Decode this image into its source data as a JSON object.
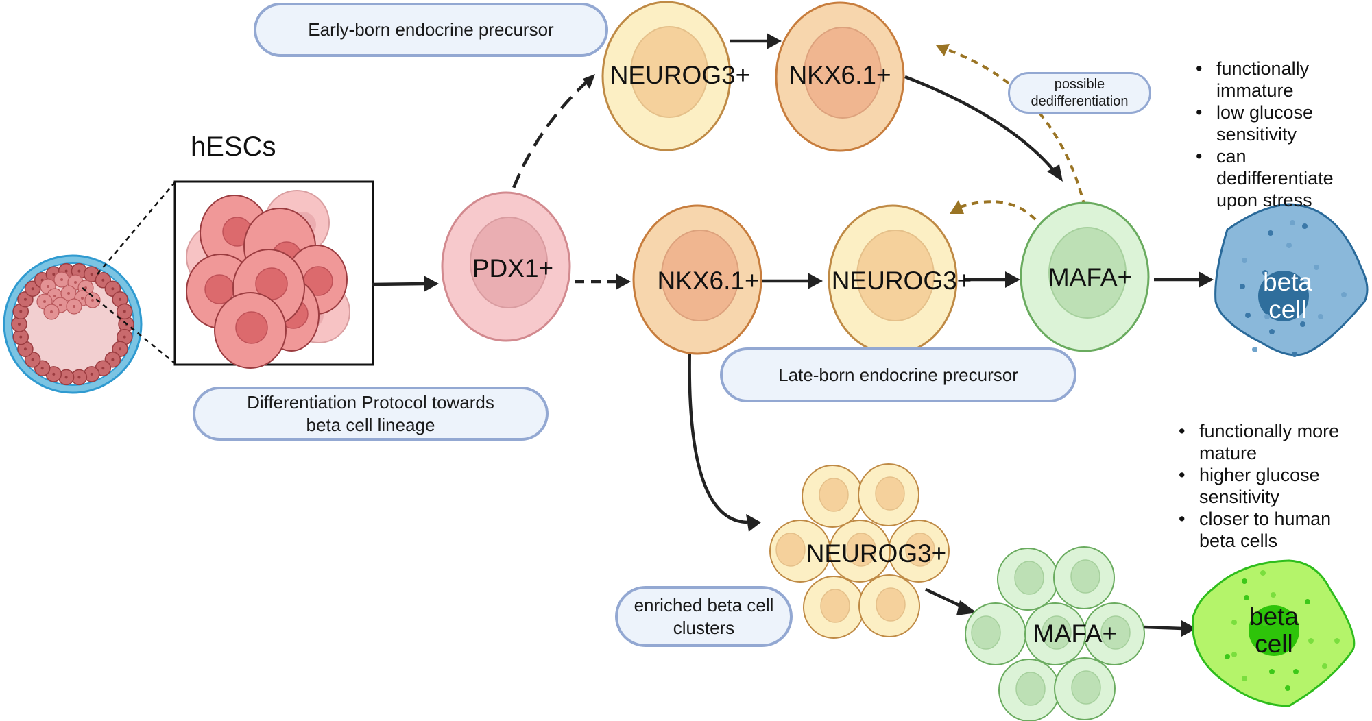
{
  "labels": {
    "hescs": "hESCs",
    "early_born": "Early-born endocrine precursor",
    "late_born": "Late-born endocrine precursor",
    "protocol_line1": "Differentiation Protocol towards",
    "protocol_line2": "beta cell lineage",
    "dediff_line1": "possible",
    "dediff_line2": "dedifferentiation",
    "enriched_line1": "enriched beta cell",
    "enriched_line2": "clusters"
  },
  "cells": {
    "pdx1": "PDX1+",
    "top_neurog3": "NEUROG3+",
    "top_nkx61": "NKX6.1+",
    "mid_nkx61": "NKX6.1+",
    "mid_neurog3": "NEUROG3+",
    "mid_mafa": "MAFA+",
    "cluster_neurog3": "NEUROG3+",
    "cluster_mafa": "MAFA+",
    "beta_top_line1": "beta",
    "beta_top_line2": "cell",
    "beta_bottom_line1": "beta",
    "beta_bottom_line2": "cell"
  },
  "notes": {
    "immature": [
      "functionally immature",
      "low glucose sensitivity",
      "can dedifferentiate upon stress"
    ],
    "immature_lines": [
      [
        "functionally",
        "immature"
      ],
      [
        "low glucose",
        "sensitivity"
      ],
      [
        "can",
        "dedifferentiate",
        "upon stress"
      ]
    ],
    "mature_lines": [
      [
        "functionally more",
        "mature"
      ],
      [
        "higher glucose",
        "sensitivity"
      ],
      [
        "closer to human",
        "beta cells"
      ]
    ]
  },
  "colors": {
    "pdx1": "#f7c9cc",
    "nkx61": "#f7d6ad",
    "neurog3": "#fcefc4",
    "mafa": "#dcf3d7",
    "beta_immature": "#8ab8da",
    "beta_mature": "#b4f46a",
    "dediff_arrow": "#9a7424",
    "pill_border": "#93a8d2",
    "pill_fill": "#edf3fb"
  }
}
